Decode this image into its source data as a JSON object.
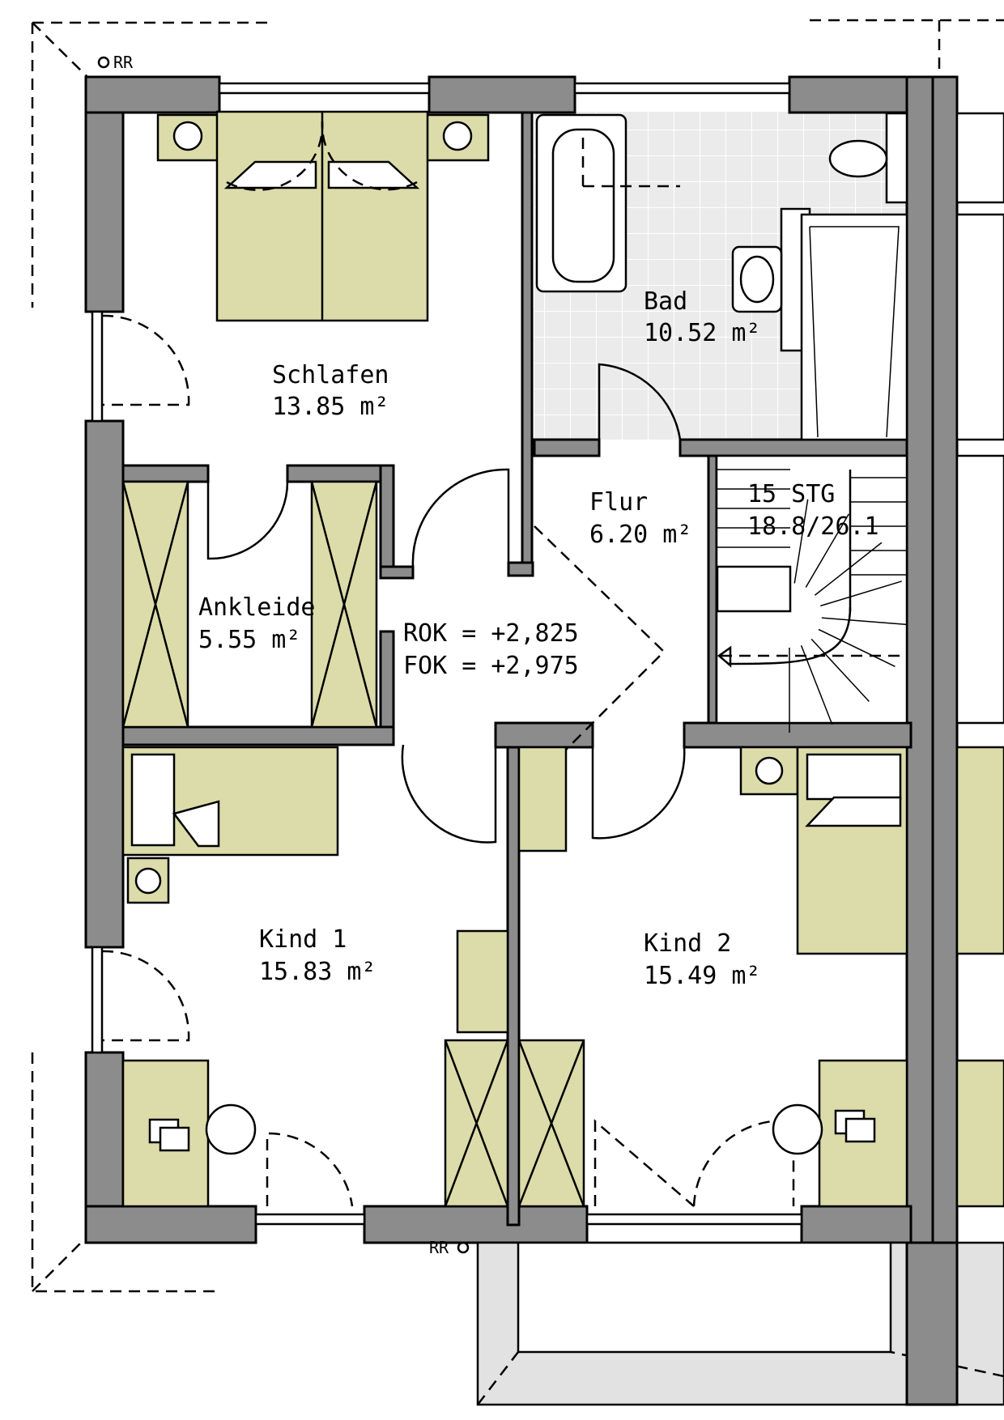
{
  "rooms": {
    "schlafen": {
      "name": "Schlafen",
      "area": "13.85 m²"
    },
    "bad": {
      "name": "Bad",
      "area": "10.52 m²"
    },
    "flur": {
      "name": "Flur",
      "area": "6.20 m²"
    },
    "stair": {
      "steps": "15 STG",
      "ratio": "18.8/26.1"
    },
    "ankleide": {
      "name": "Ankleide",
      "area": "5.55 m²"
    },
    "level": {
      "rok": "ROK = +2,825",
      "fok": "FOK = +2,975"
    },
    "kind1": {
      "name": "Kind 1",
      "area": "15.83 m²"
    },
    "kind2": {
      "name": "Kind 2",
      "area": "15.49 m²"
    }
  },
  "markers": {
    "rr_top": "RR",
    "rr_bottom": "RR"
  },
  "colors": {
    "wall": "#8c8c8c",
    "furniture": "#dcdcaa",
    "tile_floor": "#e8e8e8",
    "background": "#ffffff"
  }
}
